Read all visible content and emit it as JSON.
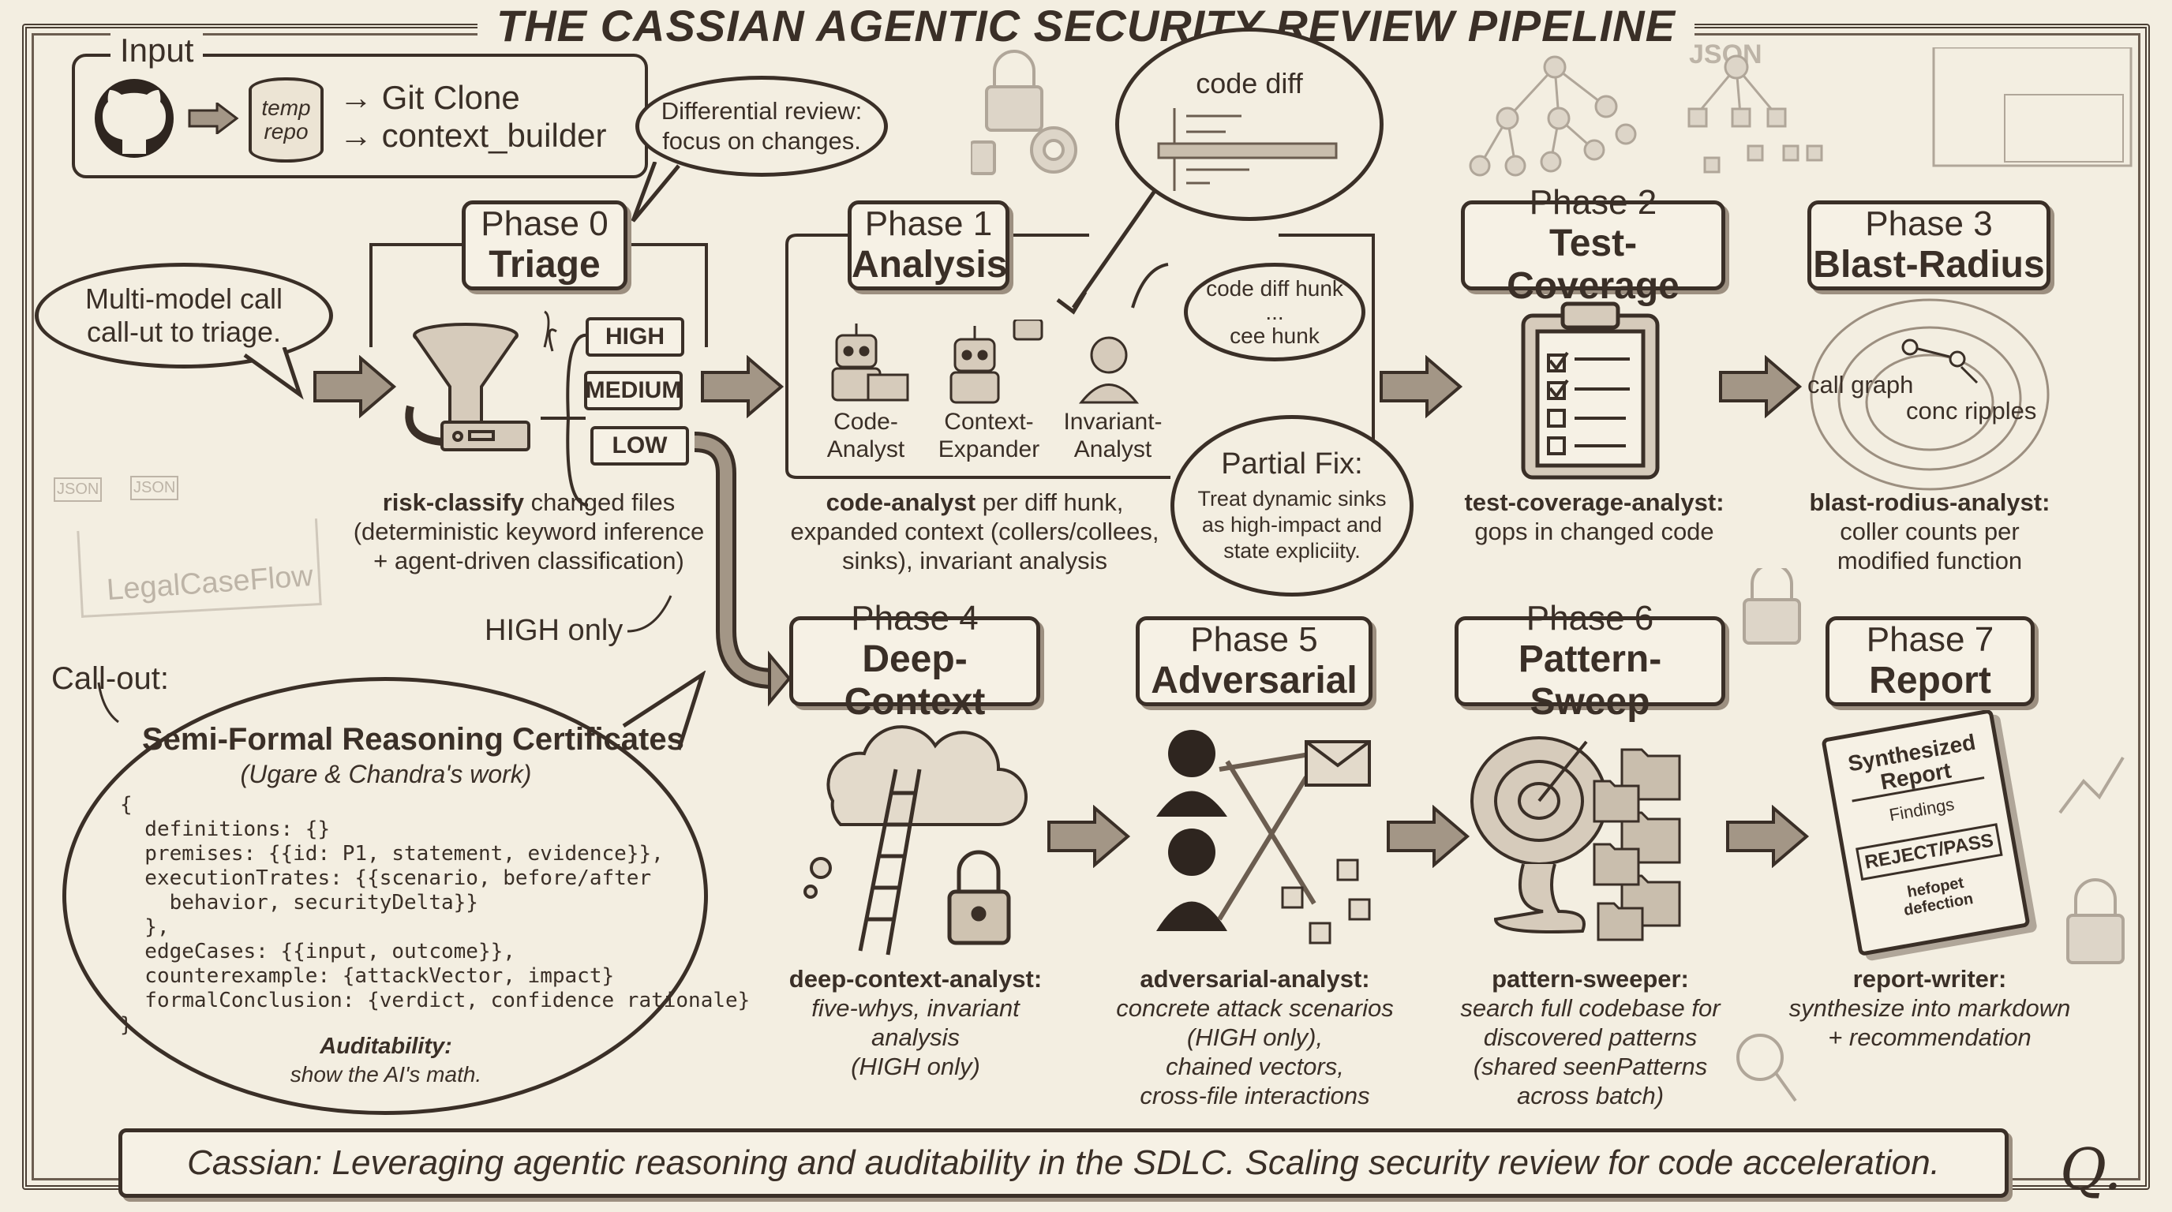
{
  "title": "THE CASSIAN AGENTIC SECURITY REVIEW PIPELINE",
  "input": {
    "label": "Input",
    "repo_label_1": "temp",
    "repo_label_2": "repo",
    "steps": [
      "→ Git Clone",
      "→ context_builder"
    ],
    "icon": "github-icon"
  },
  "bubbles": {
    "differential": [
      "Differential review:",
      "focus on changes."
    ],
    "multimodel": [
      "Multi-model call",
      "call-ut to triage."
    ],
    "code_diff": "code diff",
    "hunk": [
      "code diff hunk",
      "...",
      "cee  hunk"
    ],
    "partial_fix": {
      "title": "Partial Fix:",
      "lines": [
        "Treat dynamic sinks",
        "as high-impact and",
        "state expliciity."
      ]
    }
  },
  "triage_levels": [
    "HIGH",
    "MEDIUM",
    "LOW"
  ],
  "high_only_label": "HIGH only",
  "agents": [
    "Code-|Analyst",
    "Context-|Expander",
    "Invariant-|Analyst"
  ],
  "blast_labels": [
    "call graph",
    "conc ripples"
  ],
  "report_doc": {
    "title": [
      "Synthesized",
      "Report"
    ],
    "findings": "Findings",
    "stamp": "REJECT/PASS",
    "footer": [
      "hefopet",
      "defection"
    ]
  },
  "decor": {
    "json_1": "JSON",
    "json_2": "JSON",
    "json_3": "JSON",
    "legal": "LegalCaseFlow"
  },
  "phases": [
    {
      "number": "Phase 0",
      "name": "Triage",
      "lead": "risk-classify",
      "rest": " changed files",
      "lines": [
        "(deterministic keyword inference",
        "+ agent-driven classification)"
      ]
    },
    {
      "number": "Phase 1",
      "name": "Analysis",
      "lead": "code-analyst",
      "rest": " per diff hunk,",
      "lines": [
        "expanded context (collers/collees,",
        "sinks), invariant analysis"
      ]
    },
    {
      "number": "Phase 2",
      "name": "Test-Coverage",
      "lead": "test-coverage-analyst:",
      "rest": "",
      "lines": [
        "gops in changed code"
      ]
    },
    {
      "number": "Phase 3",
      "name": "Blast-Radius",
      "lead": "blast-rodius-analyst:",
      "rest": "",
      "lines": [
        "coller counts per",
        "modified function"
      ]
    },
    {
      "number": "Phase 4",
      "name": "Deep-Context",
      "lead": "deep-context-analyst:",
      "rest": "",
      "lines": [
        "five-whys, invariant",
        "analysis",
        "(HIGH only)"
      ]
    },
    {
      "number": "Phase 5",
      "name": "Adversarial",
      "lead": "adversarial-analyst:",
      "rest": "",
      "lines": [
        "concrete attack scenarios",
        "(HIGH only),",
        "chained vectors,",
        "cross-file interactions"
      ]
    },
    {
      "number": "Phase 6",
      "name": "Pattern-Sweep",
      "lead": "pattern-sweeper:",
      "rest": "",
      "lines": [
        "search full codebase for",
        "discovered patterns",
        "(shared seenPatterns",
        "across batch)"
      ]
    },
    {
      "number": "Phase 7",
      "name": "Report",
      "lead": "report-writer:",
      "rest": "",
      "lines": [
        "synthesize into markdown",
        "+ recommendation"
      ]
    }
  ],
  "callout": {
    "label": "Call-out:",
    "title": "Semi-Formal Reasoning Certificates",
    "subtitle": "(Ugare & Chandra's work)",
    "code": [
      "{",
      "  definitions: {}",
      "  premises: {{id: P1, statement, evidence}},",
      "  executionTrates: {{scenario, before/after",
      "    behavior, securityDelta}}",
      "  },",
      "  edgeCases: {{input, outcome}},",
      "  counterexample: {attackVector, impact}",
      "  formalConclusion: {verdict, confidence rationale}",
      "}"
    ],
    "audit_title": "Auditability:",
    "audit_text": "show the AI's math."
  },
  "footer": "Cassian: Leveraging agentic reasoning and auditability in the SDLC. Scaling security review for code acceleration.",
  "logo": "Q.",
  "colors": {
    "background": "#f3eee1",
    "ink": "#3a2f27",
    "faint": "#b0a699"
  }
}
